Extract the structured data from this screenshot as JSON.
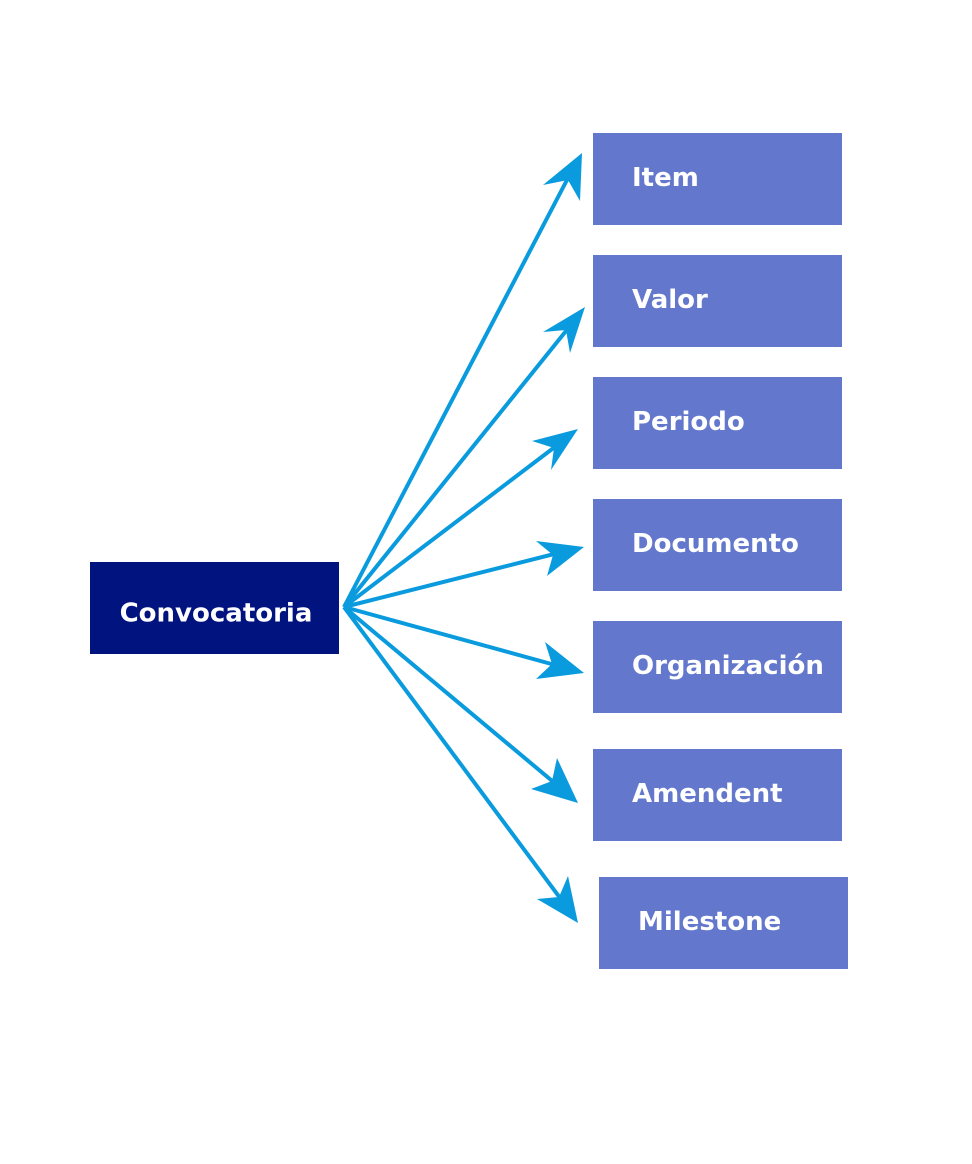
{
  "diagram": {
    "root": {
      "label": "Convocatoria"
    },
    "children": [
      {
        "label": "Item"
      },
      {
        "label": "Valor"
      },
      {
        "label": "Periodo"
      },
      {
        "label": "Documento"
      },
      {
        "label": "Organización"
      },
      {
        "label": "Amendent"
      },
      {
        "label": "Milestone"
      }
    ],
    "colors": {
      "root_fill": "#00137F",
      "child_fill": "#6378CC",
      "arrow": "#0A9BDE",
      "text": "#FFFFFF"
    }
  }
}
